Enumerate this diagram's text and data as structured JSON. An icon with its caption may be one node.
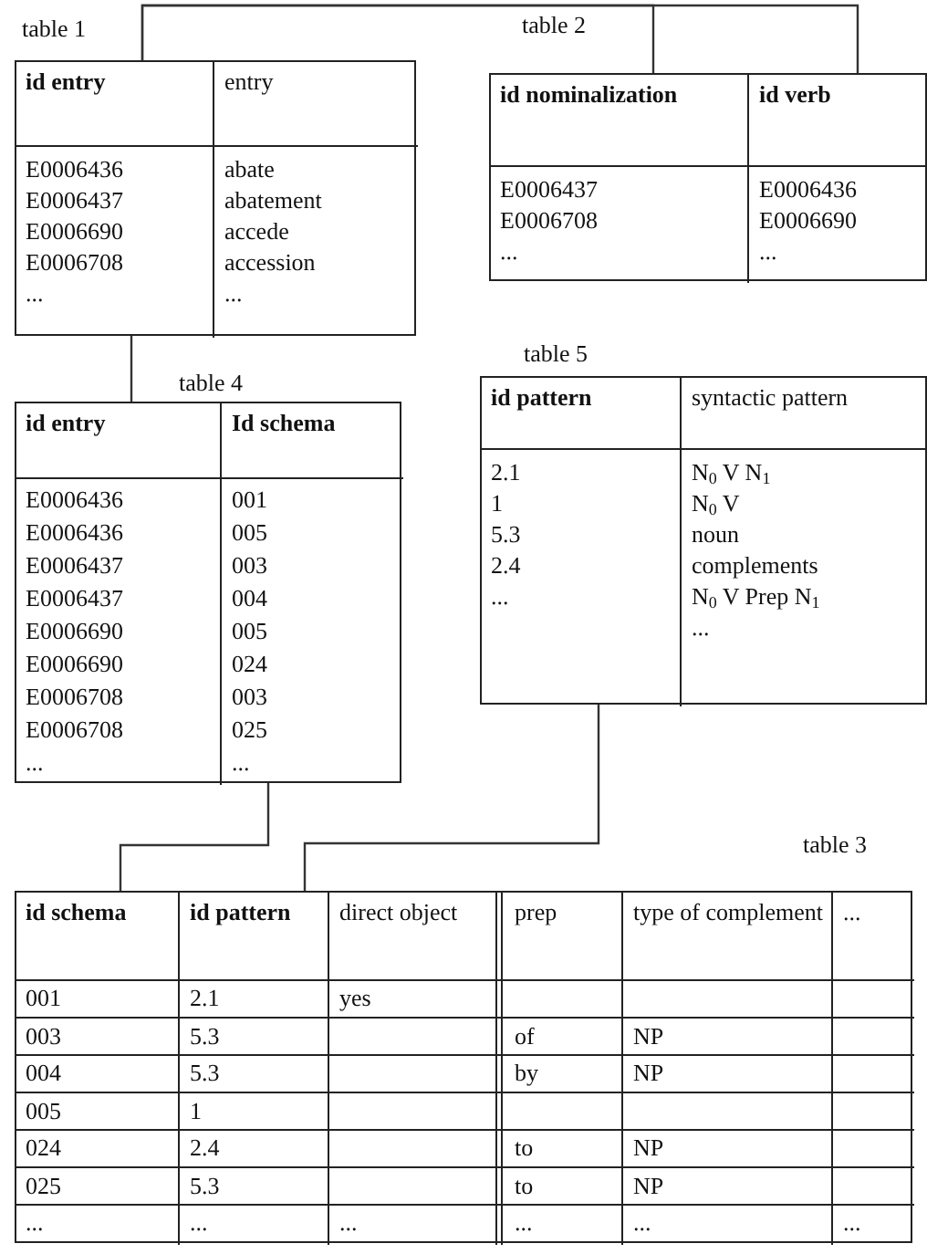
{
  "diagram": {
    "nodes": [
      {
        "text": [
          "id entry",
          "entry",
          "E0006436",
          "abate",
          "E0006437",
          "abatement",
          "E0006690",
          "accede",
          "E0006708",
          "accession",
          "...",
          "..."
        ],
        "beside": [
          "table 1"
        ]
      },
      {
        "text": [
          "id nominalization",
          "id verb",
          "E0006437",
          "E0006436",
          "E0006708",
          "E0006690",
          "...",
          "..."
        ],
        "beside": [
          "table 2"
        ]
      },
      {
        "text": [
          "id entry",
          "Id schema",
          "E0006436",
          "001",
          "E0006436",
          "005",
          "E0006437",
          "003",
          "E0006437",
          "004",
          "E0006690",
          "005",
          "E0006690",
          "024",
          "E0006708",
          "003",
          "E0006708",
          "025",
          "...",
          "..."
        ],
        "beside": [
          "table 4"
        ]
      },
      {
        "text": [
          "id pattern",
          "syntactic pattern",
          "2.1",
          "N$_{0}$ V N$_{1}$",
          "1",
          "N$_{0}$ V",
          "5.3",
          "noun",
          "2.4",
          "complements",
          "...",
          "N$_{0}$ V Prep N$_{1}$",
          "..."
        ],
        "beside": [
          "table 5"
        ]
      },
      {
        "text": [
          "id schema",
          "id pattern",
          "direct object",
          "prep",
          "type of complement",
          "...",
          "001",
          "2.1",
          "yes",
          "003",
          "5.3",
          "of",
          "NP",
          "004",
          "5.3",
          "by",
          "NP",
          "005",
          "1",
          "024",
          "2.4",
          "to",
          "NP",
          "025",
          "5.3",
          "to",
          "NP",
          "...",
          "...",
          "...",
          "...",
          "...",
          "..."
        ],
        "beside": [
          "table 3"
        ]
      }
    ],
    "edges": [
      {
        "from": 0,
        "to": 1,
        "arrow": "none"
      },
      {
        "from": 0,
        "to": 1,
        "arrow": "none"
      },
      {
        "from": 0,
        "to": 2,
        "arrow": "none"
      },
      {
        "from": 2,
        "to": 4,
        "arrow": "none"
      },
      {
        "from": 3,
        "to": 4,
        "arrow": "none"
      }
    ]
  }
}
